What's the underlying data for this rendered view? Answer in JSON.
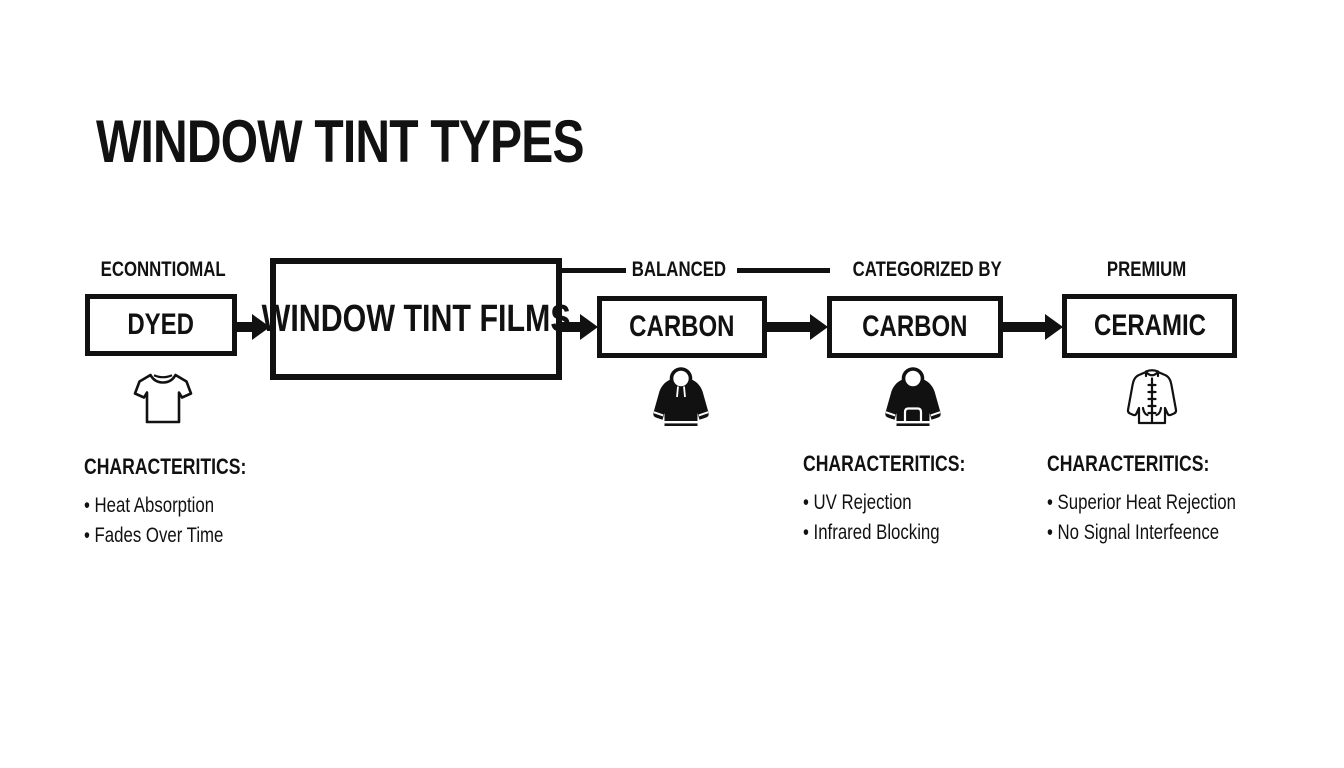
{
  "page": {
    "background": "#ffffff",
    "ink": "#111111"
  },
  "title": "WINDOW TINT TYPES",
  "diagram": {
    "center_box": {
      "label": "WINDOW TINT FILMS"
    },
    "tiers": {
      "economical": "ECONNTIOMAL",
      "balanced": "BALANCED",
      "categorized_by": "CATEGORIZED BY",
      "premium": "PREMIUM"
    },
    "boxes": {
      "dyed": "DYED",
      "carbon_first": "CARBON",
      "carbon_second": "CARBON",
      "ceramic": "CERAMIC"
    },
    "icons": {
      "dyed": "t-shirt-icon",
      "carbon_first": "hoodie-icon",
      "carbon_second": "hoodie-pocket-icon",
      "ceramic": "jacket-icon"
    }
  },
  "characteristics": [
    {
      "heading": "CHARACTERITICS:",
      "items": [
        "• Heat Absorption",
        "• Fades Over Time"
      ]
    },
    {
      "heading": "CHARACTERITICS:",
      "items": [
        "• UV Rejection",
        "• Infrared Blocking"
      ]
    },
    {
      "heading": "CHARACTERITICS:",
      "items": [
        "• Superior Heat Rejection",
        "• No Signal Interfeence"
      ]
    }
  ]
}
